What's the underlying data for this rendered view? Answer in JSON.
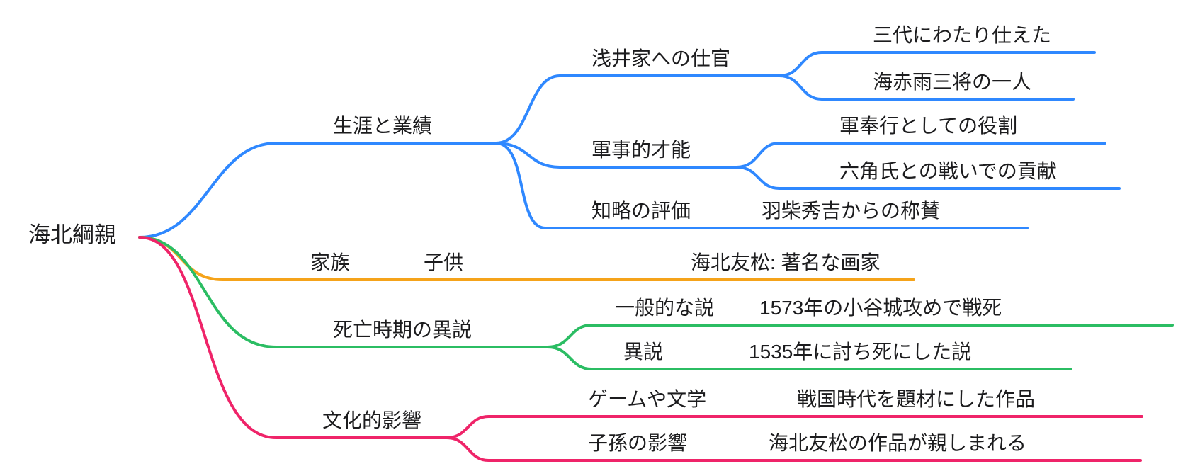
{
  "root": {
    "label": "海北綱親"
  },
  "colors": {
    "blue": "#2f88ff",
    "orange": "#f5a31a",
    "green": "#2bbd63",
    "pink": "#ef2469",
    "text": "#1c1c1e",
    "background": "#ffffff"
  },
  "branches": [
    {
      "label": "生涯と業績",
      "color": "#2f88ff",
      "children": [
        {
          "label": "浅井家への仕官",
          "children": [
            {
              "label": "三代にわたり仕えた"
            },
            {
              "label": "海赤雨三将の一人"
            }
          ]
        },
        {
          "label": "軍事的才能",
          "children": [
            {
              "label": "軍奉行としての役割"
            },
            {
              "label": "六角氏との戦いでの貢献"
            }
          ]
        },
        {
          "label": "知略の評価",
          "children": [
            {
              "label": "羽柴秀吉からの称賛"
            }
          ]
        }
      ]
    },
    {
      "label": "家族",
      "color": "#f5a31a",
      "children": [
        {
          "label": "子供",
          "children": [
            {
              "label": "海北友松: 著名な画家"
            }
          ]
        }
      ]
    },
    {
      "label": "死亡時期の異説",
      "color": "#2bbd63",
      "children": [
        {
          "label": "一般的な説",
          "children": [
            {
              "label": "1573年の小谷城攻めで戦死"
            }
          ]
        },
        {
          "label": "異説",
          "children": [
            {
              "label": "1535年に討ち死にした説"
            }
          ]
        }
      ]
    },
    {
      "label": "文化的影響",
      "color": "#ef2469",
      "children": [
        {
          "label": "ゲームや文学",
          "children": [
            {
              "label": "戦国時代を題材にした作品"
            }
          ]
        },
        {
          "label": "子孫の影響",
          "children": [
            {
              "label": "海北友松の作品が親しまれる"
            }
          ]
        }
      ]
    }
  ]
}
